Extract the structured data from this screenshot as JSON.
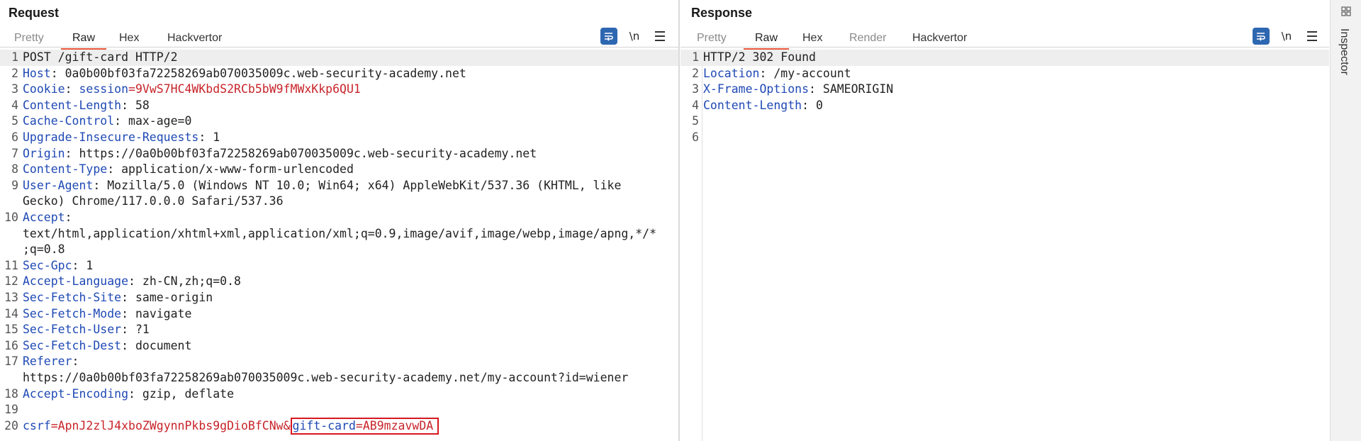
{
  "request": {
    "title": "Request",
    "tabs": [
      "Pretty",
      "Raw",
      "Hex",
      "Hackvertor"
    ],
    "active_tab": "Raw",
    "newline_label": "\\n",
    "lines": [
      {
        "n": "1",
        "parts": [
          {
            "t": "POST /gift-card HTTP/2",
            "c": "v"
          }
        ]
      },
      {
        "n": "2",
        "parts": [
          {
            "t": "Host",
            "c": "k"
          },
          {
            "t": ": 0a0b00bf03fa72258269ab070035009c.web-security-academy.net",
            "c": "v"
          }
        ]
      },
      {
        "n": "3",
        "parts": [
          {
            "t": "Cookie",
            "c": "k"
          },
          {
            "t": ": ",
            "c": "v"
          },
          {
            "t": "session",
            "c": "k"
          },
          {
            "t": "=9VwS7HC4WKbdS2RCb5bW9fMWxKkp6QU1",
            "c": "r"
          }
        ]
      },
      {
        "n": "4",
        "parts": [
          {
            "t": "Content-Length",
            "c": "k"
          },
          {
            "t": ": 58",
            "c": "v"
          }
        ]
      },
      {
        "n": "5",
        "parts": [
          {
            "t": "Cache-Control",
            "c": "k"
          },
          {
            "t": ": max-age=0",
            "c": "v"
          }
        ]
      },
      {
        "n": "6",
        "parts": [
          {
            "t": "Upgrade-Insecure-Requests",
            "c": "k"
          },
          {
            "t": ": 1",
            "c": "v"
          }
        ]
      },
      {
        "n": "7",
        "parts": [
          {
            "t": "Origin",
            "c": "k"
          },
          {
            "t": ": https://0a0b00bf03fa72258269ab070035009c.web-security-academy.net",
            "c": "v"
          }
        ]
      },
      {
        "n": "8",
        "parts": [
          {
            "t": "Content-Type",
            "c": "k"
          },
          {
            "t": ": application/x-www-form-urlencoded",
            "c": "v"
          }
        ]
      },
      {
        "n": "9",
        "parts": [
          {
            "t": "User-Agent",
            "c": "k"
          },
          {
            "t": ": Mozilla/5.0 (Windows NT 10.0; Win64; x64) AppleWebKit/537.36 (KHTML, like",
            "c": "v"
          }
        ]
      },
      {
        "n": "",
        "parts": [
          {
            "t": "Gecko) Chrome/117.0.0.0 Safari/537.36",
            "c": "v"
          }
        ]
      },
      {
        "n": "10",
        "parts": [
          {
            "t": "Accept",
            "c": "k"
          },
          {
            "t": ":",
            "c": "v"
          }
        ]
      },
      {
        "n": "",
        "parts": [
          {
            "t": "text/html,application/xhtml+xml,application/xml;q=0.9,image/avif,image/webp,image/apng,*/*",
            "c": "v"
          }
        ]
      },
      {
        "n": "",
        "parts": [
          {
            "t": ";q=0.8",
            "c": "v"
          }
        ]
      },
      {
        "n": "11",
        "parts": [
          {
            "t": "Sec-Gpc",
            "c": "k"
          },
          {
            "t": ": 1",
            "c": "v"
          }
        ]
      },
      {
        "n": "12",
        "parts": [
          {
            "t": "Accept-Language",
            "c": "k"
          },
          {
            "t": ": zh-CN,zh;q=0.8",
            "c": "v"
          }
        ]
      },
      {
        "n": "13",
        "parts": [
          {
            "t": "Sec-Fetch-Site",
            "c": "k"
          },
          {
            "t": ": same-origin",
            "c": "v"
          }
        ]
      },
      {
        "n": "14",
        "parts": [
          {
            "t": "Sec-Fetch-Mode",
            "c": "k"
          },
          {
            "t": ": navigate",
            "c": "v"
          }
        ]
      },
      {
        "n": "15",
        "parts": [
          {
            "t": "Sec-Fetch-User",
            "c": "k"
          },
          {
            "t": ": ?1",
            "c": "v"
          }
        ]
      },
      {
        "n": "16",
        "parts": [
          {
            "t": "Sec-Fetch-Dest",
            "c": "k"
          },
          {
            "t": ": document",
            "c": "v"
          }
        ]
      },
      {
        "n": "17",
        "parts": [
          {
            "t": "Referer",
            "c": "k"
          },
          {
            "t": ":",
            "c": "v"
          }
        ]
      },
      {
        "n": "",
        "parts": [
          {
            "t": "https://0a0b00bf03fa72258269ab070035009c.web-security-academy.net/my-account?id=wiener",
            "c": "v"
          }
        ]
      },
      {
        "n": "18",
        "parts": [
          {
            "t": "Accept-Encoding",
            "c": "k"
          },
          {
            "t": ": gzip, deflate",
            "c": "v"
          }
        ]
      },
      {
        "n": "19",
        "parts": []
      },
      {
        "n": "20",
        "parts": [
          {
            "t": "csrf",
            "c": "k"
          },
          {
            "t": "=ApnJ2zlJ4xboZWgynnPkbs9gDioBfCNw&",
            "c": "r"
          },
          {
            "t": "gift-card",
            "c": "k",
            "box": true
          },
          {
            "t": "=AB9mzavwDA",
            "c": "r",
            "box": true
          }
        ]
      }
    ]
  },
  "response": {
    "title": "Response",
    "tabs": [
      "Pretty",
      "Raw",
      "Hex",
      "Render",
      "Hackvertor"
    ],
    "active_tab": "Raw",
    "newline_label": "\\n",
    "lines": [
      {
        "n": "1",
        "parts": [
          {
            "t": "HTTP/2 302 Found",
            "c": "v"
          }
        ]
      },
      {
        "n": "2",
        "parts": [
          {
            "t": "Location",
            "c": "k"
          },
          {
            "t": ": /my-account",
            "c": "v"
          }
        ]
      },
      {
        "n": "3",
        "parts": [
          {
            "t": "X-Frame-Options",
            "c": "k"
          },
          {
            "t": ": SAMEORIGIN",
            "c": "v"
          }
        ]
      },
      {
        "n": "4",
        "parts": [
          {
            "t": "Content-Length",
            "c": "k"
          },
          {
            "t": ": 0",
            "c": "v"
          }
        ]
      },
      {
        "n": "5",
        "parts": []
      },
      {
        "n": "6",
        "parts": []
      }
    ]
  },
  "inspector": {
    "label": "Inspector"
  },
  "colors": {
    "accent": "#e8553a",
    "header_key": "#1f49b5",
    "value_red": "#c8242a",
    "highlight_box": "#d7171f",
    "toggle_blue": "#2e67b1"
  }
}
